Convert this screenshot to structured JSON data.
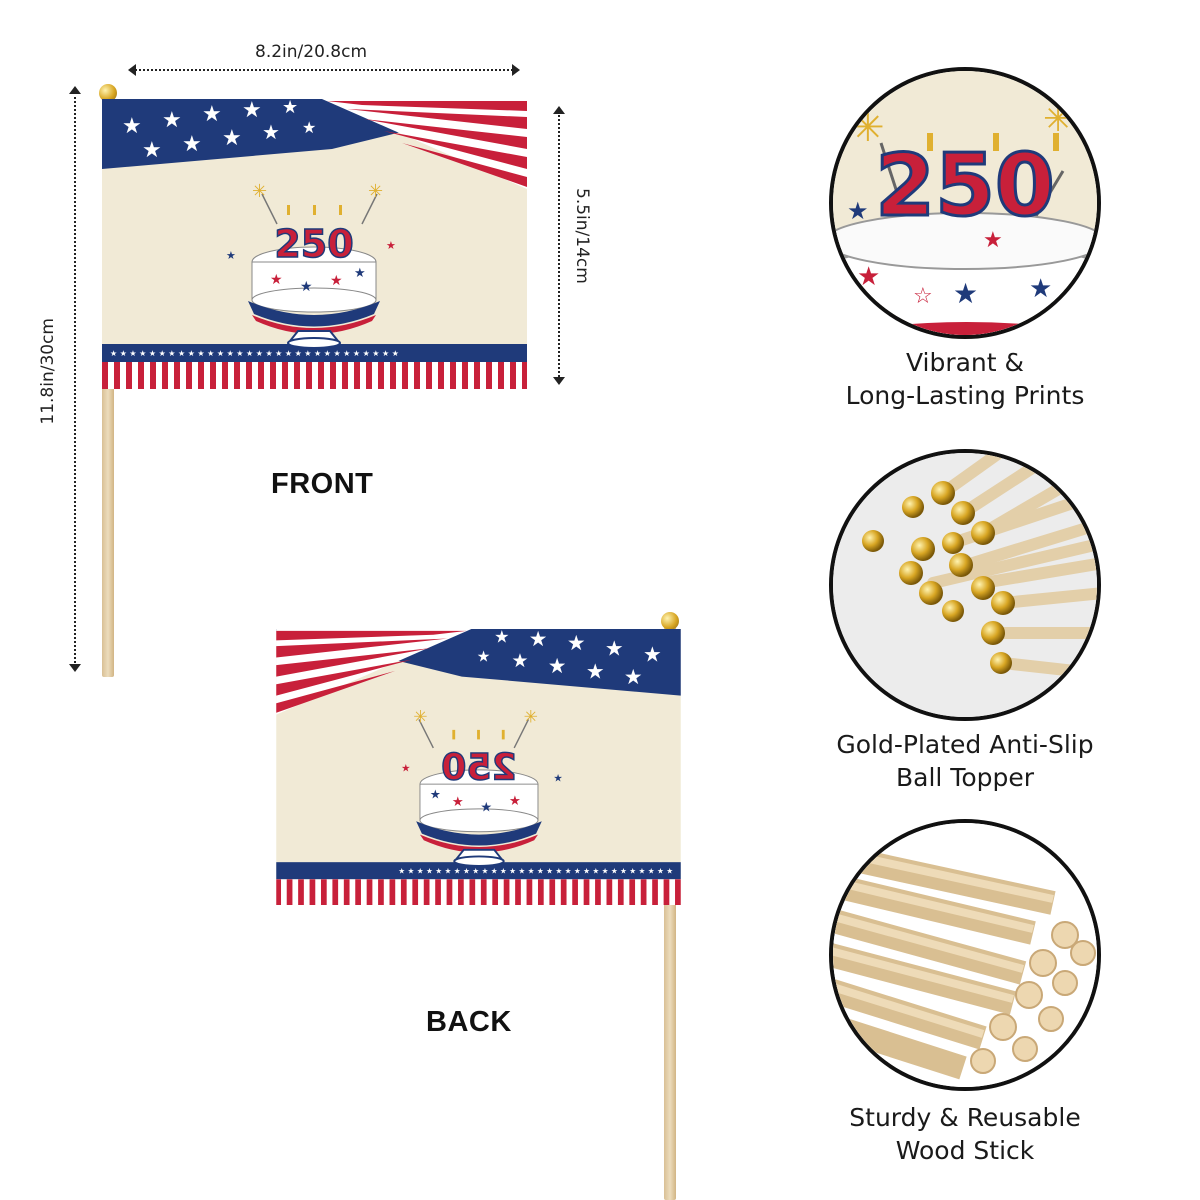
{
  "dimensions": {
    "width_label": "8.2in/20.8cm",
    "height_label": "5.5in/14cm",
    "total_height_label": "11.8in/30cm"
  },
  "flags": {
    "front_label": "FRONT",
    "back_label": "BACK",
    "cake_number": "250"
  },
  "features": [
    {
      "caption_line1": "Vibrant &",
      "caption_line2": "Long-Lasting Prints",
      "icon": "cake-closeup-icon"
    },
    {
      "caption_line1": "Gold-Plated Anti-Slip",
      "caption_line2": "Ball Topper",
      "icon": "gold-ball-topper-icon"
    },
    {
      "caption_line1": "Sturdy & Reusable",
      "caption_line2": "Wood Stick",
      "icon": "wood-stick-icon"
    }
  ],
  "colors": {
    "navy": "#1f3a7a",
    "red": "#c8203a",
    "cream": "#f1ead6",
    "wood": "#e5cfa7",
    "gold": "#d8a623"
  }
}
